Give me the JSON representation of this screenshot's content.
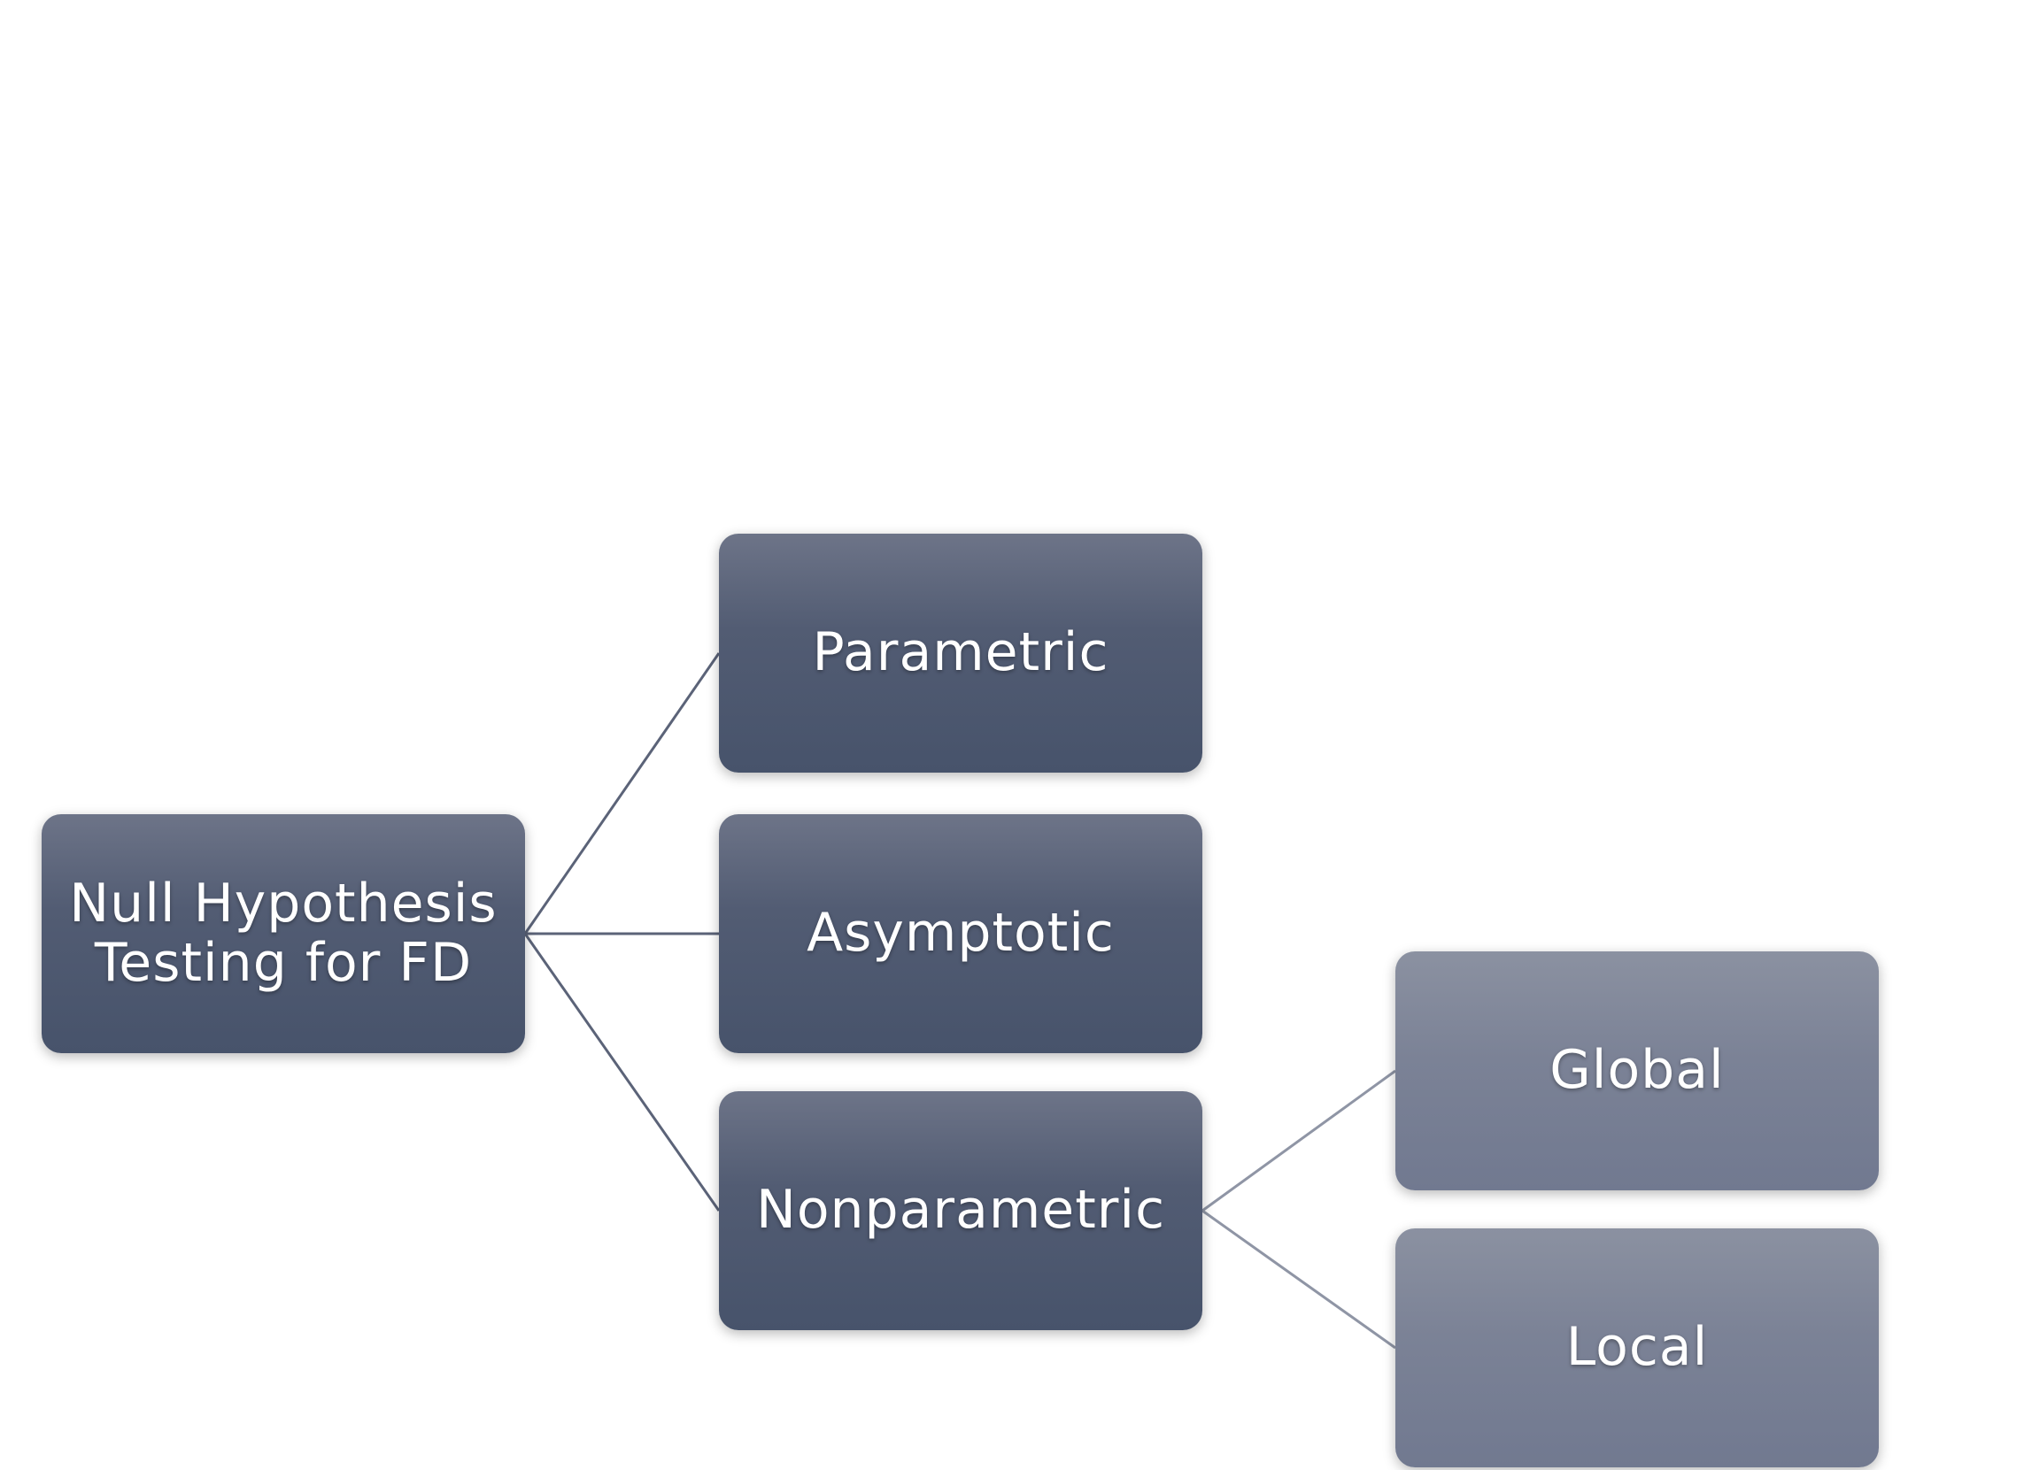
{
  "diagram": {
    "nodes": {
      "root": "Null Hypothesis\nTesting for FD",
      "parametric": "Parametric",
      "asymptotic": "Asymptotic",
      "nonparametric": "Nonparametric",
      "global": "Global",
      "local": "Local"
    },
    "edges": [
      {
        "from": "root",
        "to": "parametric"
      },
      {
        "from": "root",
        "to": "asymptotic"
      },
      {
        "from": "root",
        "to": "nonparametric"
      },
      {
        "from": "nonparametric",
        "to": "global"
      },
      {
        "from": "nonparametric",
        "to": "local"
      }
    ],
    "colors": {
      "level1_box": "#4d5870",
      "level2_box": "#767d92",
      "level1_connector": "#5b6378",
      "level2_connector": "#8f95a5"
    }
  }
}
